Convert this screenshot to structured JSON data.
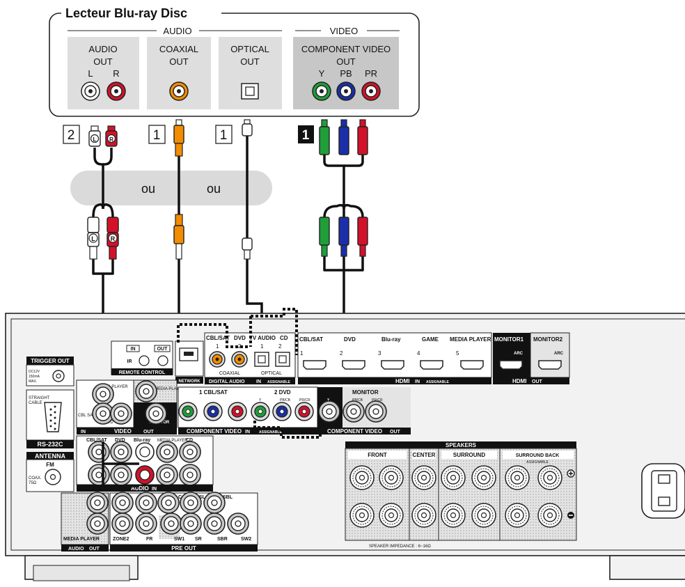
{
  "source": {
    "title": "Lecteur Blu-ray Disc",
    "groups": {
      "audio": "AUDIO",
      "video": "VIDEO"
    },
    "audio_out": {
      "line1": "AUDIO",
      "line2": "OUT",
      "left": "L",
      "right": "R"
    },
    "coaxial_out": {
      "line1": "COAXIAL",
      "line2": "OUT"
    },
    "optical_out": {
      "line1": "OPTICAL",
      "line2": "OUT"
    },
    "component_out": {
      "line1": "COMPONENT VIDEO",
      "line2": "OUT",
      "y": "Y",
      "pb": "PB",
      "pr": "PR"
    }
  },
  "connection_numbers": {
    "analog": "2",
    "coaxial": "1",
    "optical": "1",
    "component": "1"
  },
  "or_labels": [
    "ou",
    "ou"
  ],
  "plug_letters": {
    "left": "L",
    "right": "R"
  },
  "receiver": {
    "trigger_out": "TRIGGER OUT",
    "trigger_spec_1": "DC12V",
    "trigger_spec_2": "150mA",
    "trigger_spec_3": "MAX.",
    "straight_cable_1": "STRAIGHT",
    "straight_cable_2": "CABLE",
    "rs232c": "RS-232C",
    "antenna": "ANTENNA",
    "fm": "FM",
    "coax_1": "COAX.",
    "coax_2": "75Ω",
    "remote_in": "IN",
    "remote_out": "OUT",
    "remote_ir": "IR",
    "remote_control": "REMOTE CONTROL",
    "network": "NETWORK",
    "digital_audio": "DIGITAL AUDIO",
    "digital_in": "IN",
    "digital_labels": [
      "CBL/SAT",
      "DVD",
      "TV AUDIO",
      "CD"
    ],
    "digital_nums": [
      "1",
      "2",
      "1",
      "2"
    ],
    "coaxial": "COAXIAL",
    "optical": "OPTICAL",
    "assignable": "ASSIGNABLE",
    "hdmi_inputs": [
      "CBL/SAT",
      "DVD",
      "Blu-ray",
      "GAME",
      "MEDIA PLAYER"
    ],
    "hdmi_nums": [
      "1",
      "2",
      "3",
      "4",
      "5"
    ],
    "hdmi": "HDMI",
    "hdmi_in": "IN",
    "monitor1": "MONITOR1",
    "monitor2": "MONITOR2",
    "arc": "ARC",
    "hdmi_out": "OUT",
    "video_labels": [
      "MEDIA PLAYER",
      "CBL SAT",
      "DVD",
      "MEDIA PLAYER",
      "MONITOR"
    ],
    "video": "VIDEO",
    "video_in": "IN",
    "video_out": "OUT",
    "comp_groups": [
      "1 CBL/SAT",
      "2 DVD",
      "MONITOR"
    ],
    "comp_small": [
      "Y",
      "PB/CB",
      "PR/CR"
    ],
    "component_video": "COMPONENT VIDEO",
    "comp_in": "IN",
    "comp_out": "OUT",
    "audio_in_labels": [
      "CBL/SAT",
      "DVD",
      "Blu-ray",
      "MEDIA PLAYER",
      "CD"
    ],
    "audio": "AUDIO",
    "audio_in": "IN",
    "media_player": "MEDIA PLAYER",
    "audio_out_tag": "OUT",
    "preout_labels": [
      "ZONE2",
      "FR",
      "SW1",
      "C",
      "SL",
      "SR",
      "SBL",
      "SBR",
      "SW2"
    ],
    "pre_out": "PRE OUT",
    "speakers": "SPEAKERS",
    "front": "FRONT",
    "center": "CENTER",
    "surround": "SURROUND",
    "surround_back": "SURROUND BACK",
    "speaker_impedance": "SPEAKER IMPEDANCE : 6~16Ω"
  },
  "colors": {
    "component_y": "#1f9e3a",
    "component_pb": "#1a2fa8",
    "component_pr": "#d3122a",
    "coaxial": "#f28c00",
    "analog_r": "#d3122a",
    "panel": "#dedede",
    "label_bg": "#111111"
  }
}
